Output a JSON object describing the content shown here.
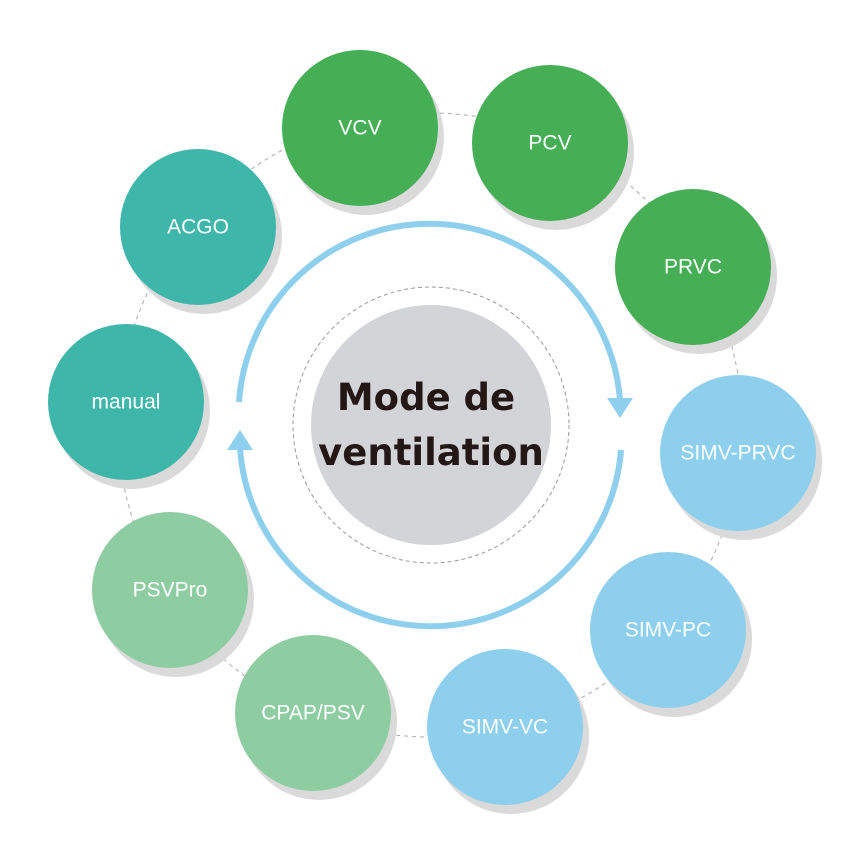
{
  "title_lines": [
    "Mode de",
    "ventilation"
  ],
  "colors": {
    "green": "#46ae55",
    "teal": "#3fb6aa",
    "light_green": "#8ecca1",
    "light_blue": "#8dcfec",
    "center": "#d3d4d8",
    "shadow": "#dadada",
    "arrow": "#8dcfec"
  },
  "modes": [
    {
      "label": "VCV",
      "color": "green"
    },
    {
      "label": "PCV",
      "color": "green"
    },
    {
      "label": "PRVC",
      "color": "green"
    },
    {
      "label": "SIMV-PRVC",
      "color": "light_blue"
    },
    {
      "label": "SIMV-PC",
      "color": "light_blue"
    },
    {
      "label": "SIMV-VC",
      "color": "light_blue"
    },
    {
      "label": "CPAP/PSV",
      "color": "light_green"
    },
    {
      "label": "PSVPro",
      "color": "light_green"
    },
    {
      "label": "manual",
      "color": "teal"
    },
    {
      "label": "ACGO",
      "color": "teal"
    }
  ]
}
